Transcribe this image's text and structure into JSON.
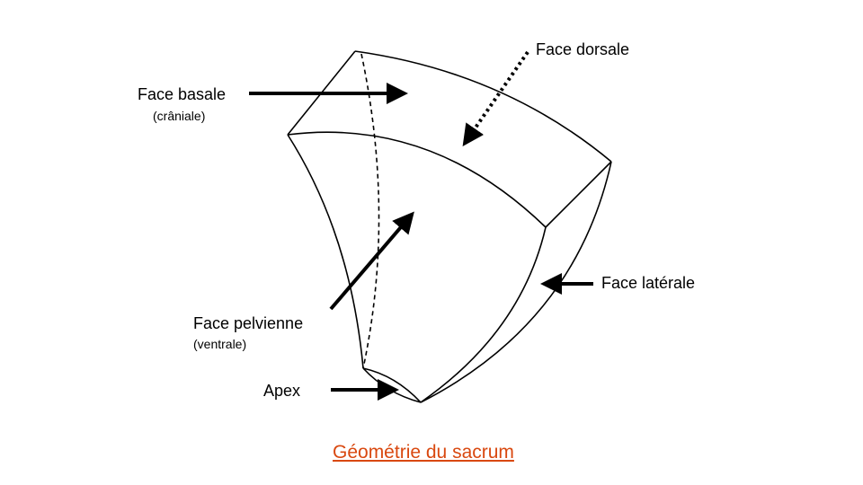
{
  "labels": {
    "face_dorsale": "Face dorsale",
    "face_basale": "Face basale",
    "face_basale_sub": "(crâniale)",
    "face_laterale": "Face latérale",
    "face_pelvienne": "Face pelvienne",
    "face_pelvienne_sub": "(ventrale)",
    "apex": "Apex"
  },
  "caption": "Géométrie du sacrum",
  "colors": {
    "caption": "#d9480f",
    "line": "#000000",
    "background": "#ffffff"
  }
}
